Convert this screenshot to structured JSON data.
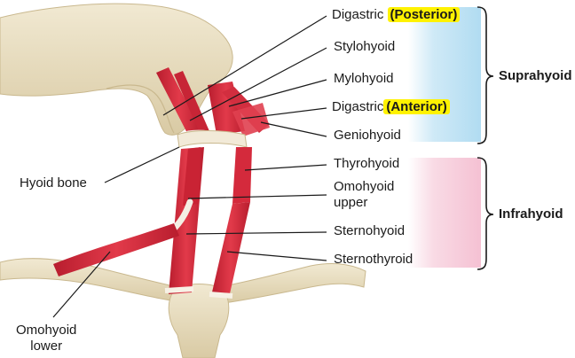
{
  "labels": {
    "digastric_posterior": {
      "name": "Digastric",
      "qualifier": "(Posterior)"
    },
    "stylohyoid": "Stylohyoid",
    "mylohyoid": "Mylohyoid",
    "digastric_anterior": {
      "name": "Digastric",
      "qualifier": "(Anterior)"
    },
    "geniohyoid": "Geniohyoid",
    "thyrohyoid": "Thyrohyoid",
    "omohyoid_upper": {
      "line1": "Omohyoid",
      "line2": "upper"
    },
    "sternohyoid": "Sternohyoid",
    "sternothyroid": "Sternothyroid",
    "hyoid_bone": "Hyoid bone",
    "omohyoid_lower": {
      "line1": "Omohyoid",
      "line2": "lower"
    }
  },
  "groups": {
    "suprahyoid": "Suprahyoid",
    "infrahyoid": "Infrahyoid"
  },
  "colors": {
    "highlight": "#fff200",
    "suprahyoid_band": "#a8d8f0",
    "infrahyoid_band": "#f3b6cb",
    "muscle": "#d8283a",
    "bone": "#e9dfc3",
    "leader": "#1a1a1a"
  }
}
